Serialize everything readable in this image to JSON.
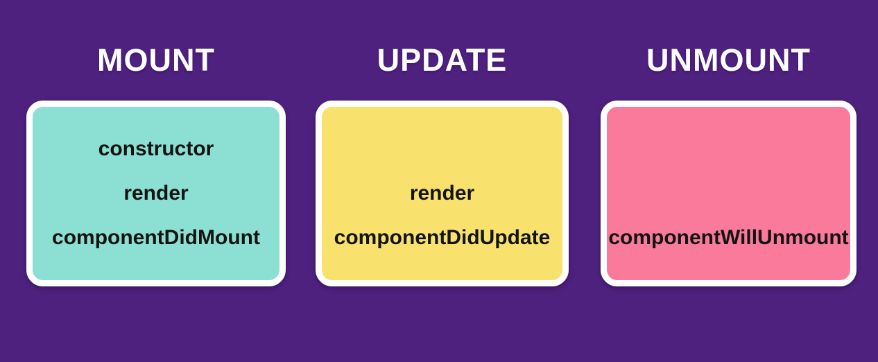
{
  "diagram": {
    "colors": {
      "background": "#4E217F",
      "card_border": "#FFFFFF",
      "title_text": "#FFFFFF",
      "method_text": "#141414"
    },
    "phases": [
      {
        "id": "mount",
        "title": "MOUNT",
        "fill_color": "#8CDFD3",
        "rows": [
          "constructor",
          "render",
          "componentDidMount"
        ]
      },
      {
        "id": "update",
        "title": "UPDATE",
        "fill_color": "#F8E26D",
        "rows": [
          "",
          "render",
          "componentDidUpdate"
        ]
      },
      {
        "id": "unmount",
        "title": "UNMOUNT",
        "fill_color": "#FA7A9C",
        "rows": [
          "",
          "",
          "componentWillUnmount"
        ]
      }
    ]
  }
}
